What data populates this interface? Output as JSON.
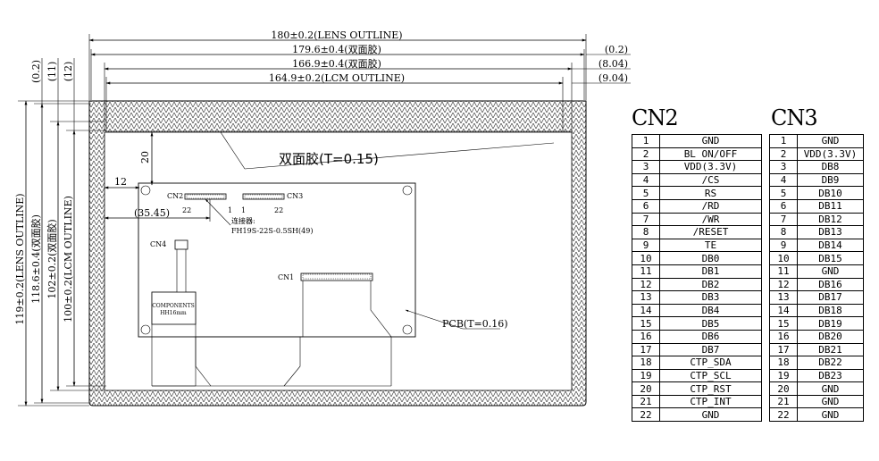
{
  "drawing": {
    "dims": {
      "lens_outline_w": "180±0.2(LENS OUTLINE)",
      "tape_w": "179.6±0.4(双面胶)",
      "tape_inner_w": "166.9±0.4(双面胶)",
      "lcm_outline_w": "164.9±0.2(LCM OUTLINE)",
      "right_02": "(0.2)",
      "right_804": "(8.04)",
      "right_904": "(9.04)",
      "lens_outline_h": "119±0.2(LENS OUTLINE)",
      "tape_h": "118.6±0.4(双面胶)",
      "tape_inner_h": "102±0.2(双面胶)",
      "lcm_outline_h": "100±0.2(LCM OUTLINE)",
      "left_02": "(0.2)",
      "left_11": "(11)",
      "left_12": "(12)",
      "dim_20": "20",
      "dim_12": "12",
      "dim_3545": "(35.45)"
    },
    "labels": {
      "tape_note": "双面胶(T=0.15)",
      "pcb_note": "PCB(T=0.16)",
      "cn1": "CN1",
      "cn2": "CN2",
      "cn3": "CN3",
      "cn4": "CN4",
      "cn2_pin_22": "22",
      "cn2_pin_1": "1",
      "cn3_pin_1": "1",
      "cn3_pin_22": "22",
      "connector_label": "连接器:",
      "connector_part": "FH19S-22S-0.5SH(49)",
      "component_1": "COMPONENTS",
      "component_2": "HH16mm"
    }
  },
  "tables": {
    "cn2": {
      "title": "CN2",
      "rows": [
        {
          "pin": "1",
          "signal": "GND"
        },
        {
          "pin": "2",
          "signal": "BL ON/OFF"
        },
        {
          "pin": "3",
          "signal": "VDD(3.3V)"
        },
        {
          "pin": "4",
          "signal": "/CS"
        },
        {
          "pin": "5",
          "signal": "RS"
        },
        {
          "pin": "6",
          "signal": "/RD"
        },
        {
          "pin": "7",
          "signal": "/WR"
        },
        {
          "pin": "8",
          "signal": "/RESET"
        },
        {
          "pin": "9",
          "signal": "TE"
        },
        {
          "pin": "10",
          "signal": "DB0"
        },
        {
          "pin": "11",
          "signal": "DB1"
        },
        {
          "pin": "12",
          "signal": "DB2"
        },
        {
          "pin": "13",
          "signal": "DB3"
        },
        {
          "pin": "14",
          "signal": "DB4"
        },
        {
          "pin": "15",
          "signal": "DB5"
        },
        {
          "pin": "16",
          "signal": "DB6"
        },
        {
          "pin": "17",
          "signal": "DB7"
        },
        {
          "pin": "18",
          "signal": "CTP_SDA"
        },
        {
          "pin": "19",
          "signal": "CTP_SCL"
        },
        {
          "pin": "20",
          "signal": "CTP_RST"
        },
        {
          "pin": "21",
          "signal": "CTP_INT"
        },
        {
          "pin": "22",
          "signal": "GND"
        }
      ]
    },
    "cn3": {
      "title": "CN3",
      "rows": [
        {
          "pin": "1",
          "signal": "GND"
        },
        {
          "pin": "2",
          "signal": "VDD(3.3V)"
        },
        {
          "pin": "3",
          "signal": "DB8"
        },
        {
          "pin": "4",
          "signal": "DB9"
        },
        {
          "pin": "5",
          "signal": "DB10"
        },
        {
          "pin": "6",
          "signal": "DB11"
        },
        {
          "pin": "7",
          "signal": "DB12"
        },
        {
          "pin": "8",
          "signal": "DB13"
        },
        {
          "pin": "9",
          "signal": "DB14"
        },
        {
          "pin": "10",
          "signal": "DB15"
        },
        {
          "pin": "11",
          "signal": "GND"
        },
        {
          "pin": "12",
          "signal": "DB16"
        },
        {
          "pin": "13",
          "signal": "DB17"
        },
        {
          "pin": "14",
          "signal": "DB18"
        },
        {
          "pin": "15",
          "signal": "DB19"
        },
        {
          "pin": "16",
          "signal": "DB20"
        },
        {
          "pin": "17",
          "signal": "DB21"
        },
        {
          "pin": "18",
          "signal": "DB22"
        },
        {
          "pin": "19",
          "signal": "DB23"
        },
        {
          "pin": "20",
          "signal": "GND"
        },
        {
          "pin": "21",
          "signal": "GND"
        },
        {
          "pin": "22",
          "signal": "GND"
        }
      ]
    }
  }
}
